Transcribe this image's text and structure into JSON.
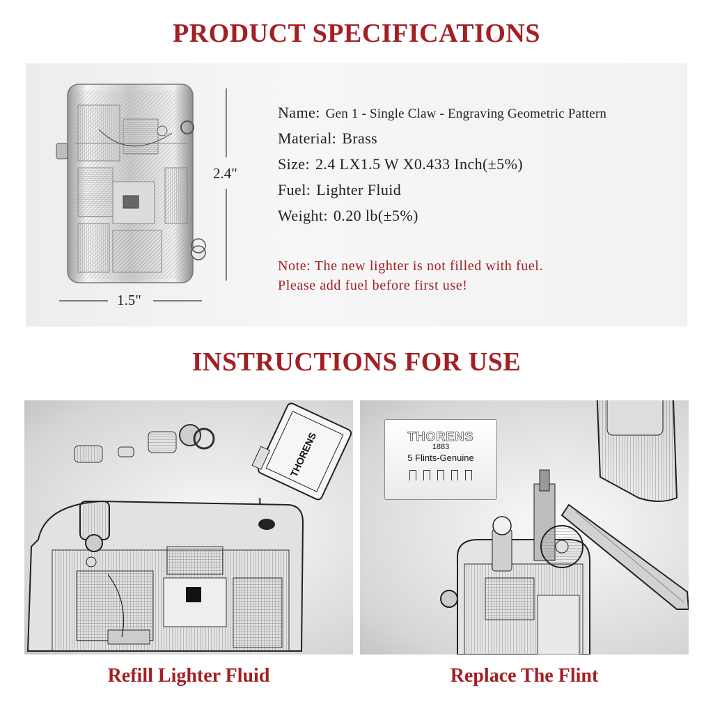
{
  "spec": {
    "title": "PRODUCT SPECIFICATIONS",
    "height_label": "2.4\"",
    "width_label": "1.5\"",
    "rows": [
      {
        "key": "Name:",
        "value": "Gen 1 - Single Claw - Engraving Geometric Pattern"
      },
      {
        "key": "Material:",
        "value": "Brass"
      },
      {
        "key": "Size:",
        "value": "2.4 LX1.5 W X0.433 Inch(±5%)"
      },
      {
        "key": "Fuel:",
        "value": "Lighter Fluid"
      },
      {
        "key": "Weight:",
        "value": "0.20 lb(±5%)"
      }
    ],
    "note_line1": "Note: The new lighter is not filled with fuel.",
    "note_line2": "Please add fuel before first use!"
  },
  "instructions": {
    "title": "INSTRUCTIONS FOR USE",
    "left_caption": "Refill Lighter Fluid",
    "right_caption": "Replace The Flint",
    "flint_brand": "THORENS",
    "flint_year": "1883",
    "flint_desc": "5 Flints-Genuine",
    "can_brand": "THORENS"
  },
  "colors": {
    "accent": "#a31f24",
    "text": "#222222"
  }
}
